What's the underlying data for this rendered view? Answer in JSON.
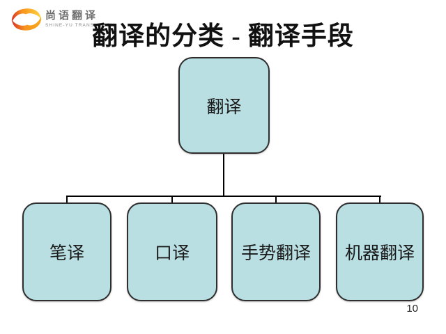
{
  "header": {
    "logo": {
      "brand_name": "尚语翻译",
      "brand_subtitle": "SHINE-YU TRANSLATION"
    },
    "title": "翻译的分类 - 翻译手段"
  },
  "diagram": {
    "type": "tree",
    "root": {
      "label": "翻译"
    },
    "children": [
      {
        "label": "笔译"
      },
      {
        "label": "口译"
      },
      {
        "label": "手势翻译"
      },
      {
        "label": "机器翻译"
      }
    ],
    "colors": {
      "node_fill": "#b9dfe3",
      "node_border": "#2e2e2e",
      "connector": "#000000",
      "logo_orange": "#f7941d",
      "logo_red": "#d93226",
      "logo_yellow": "#ffd23f"
    }
  },
  "footer": {
    "page_number": "10"
  }
}
